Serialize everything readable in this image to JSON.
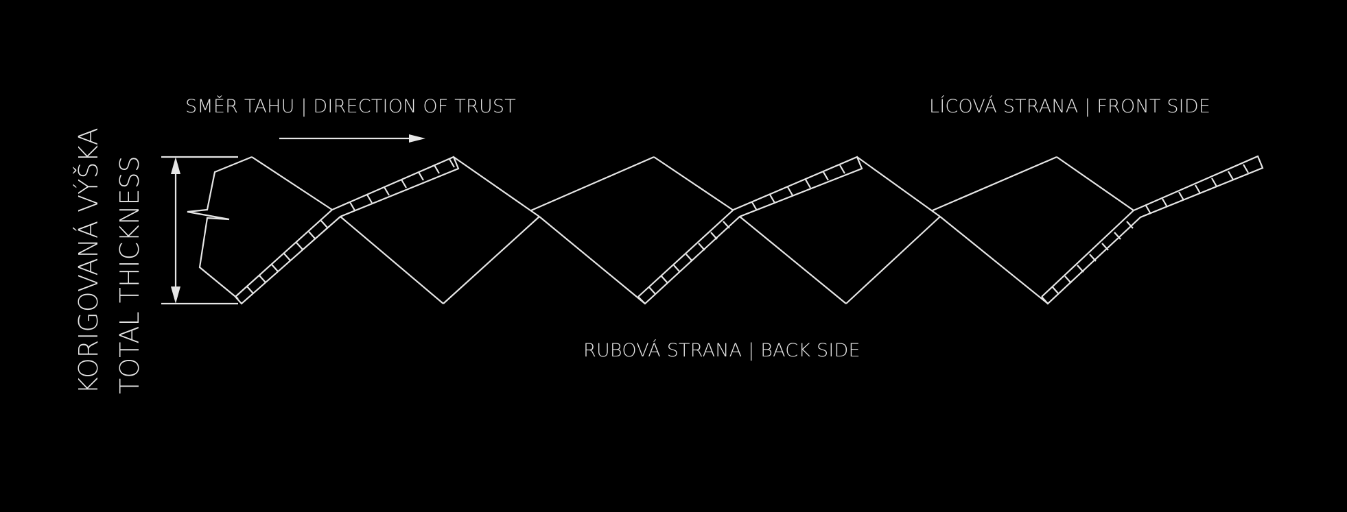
{
  "labels": {
    "pull_direction": "SMĚR TAHU | DIRECTION OF TRUST",
    "front_side": "LÍCOVÁ STRANA | FRONT SIDE",
    "back_side": "RUBOVÁ STRANA | BACK SIDE",
    "total_thickness_cz": "KORIGOVANÁ VÝŠKA",
    "total_thickness_en": "TOTAL THICKNESS"
  },
  "colors": {
    "background": "#000000",
    "stroke": "#e6e6e6"
  },
  "icons": {
    "direction_arrow": "arrow-right-icon",
    "thickness_dimension": "double-arrow-vertical-icon",
    "break_mark": "break-line-icon"
  }
}
